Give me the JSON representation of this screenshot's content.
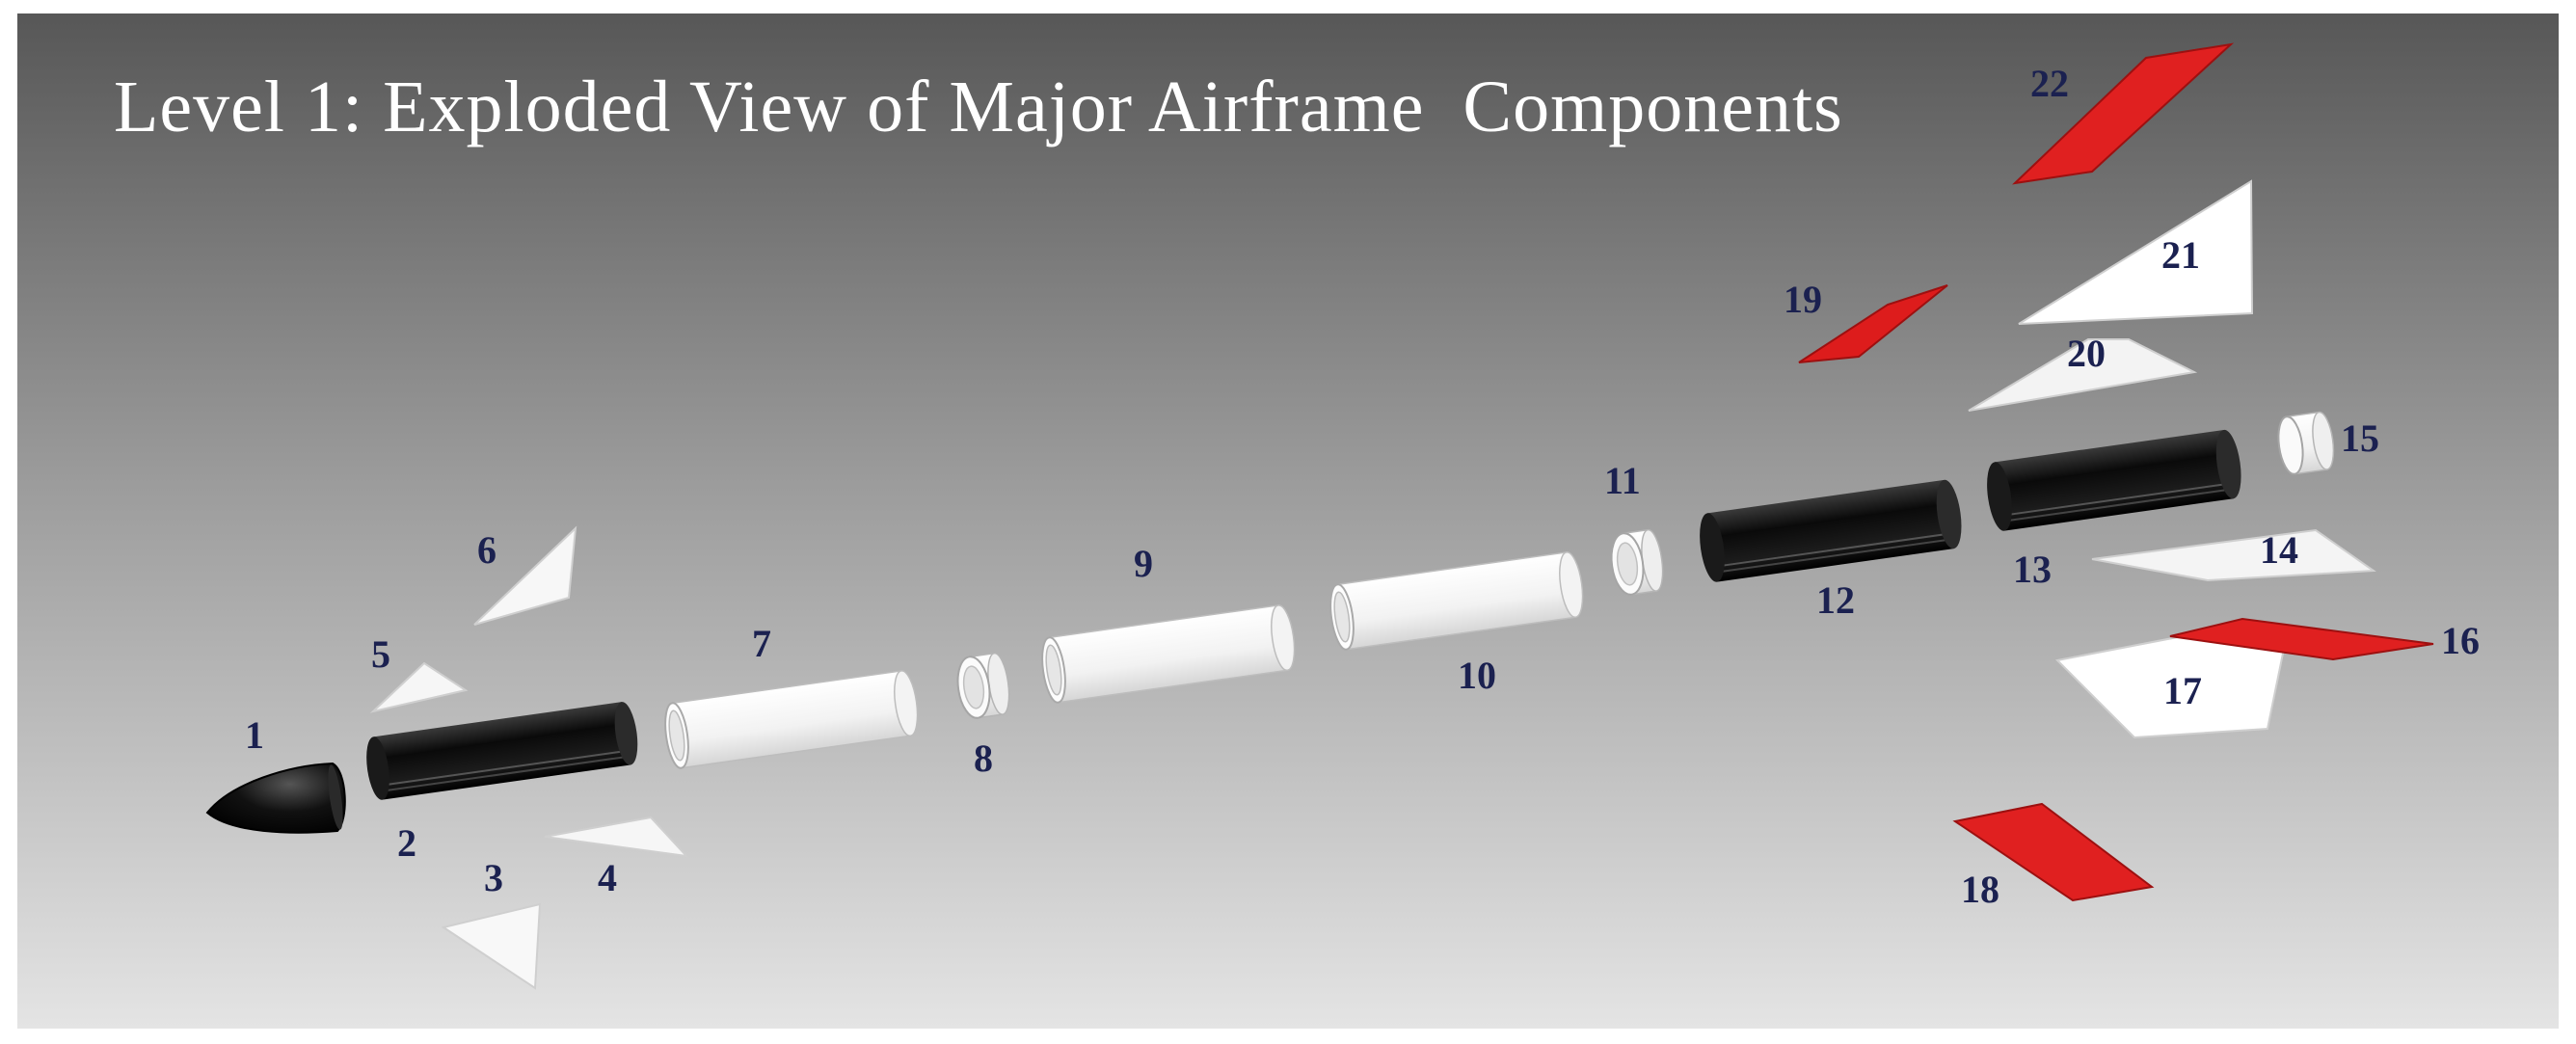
{
  "title": "Level 1: Exploded View of Major Airframe  Components",
  "colors": {
    "background_top": "#595959",
    "background_bottom": "#e2e2e2",
    "frame": "#ffffff",
    "label": "#1b2150",
    "red_part": "#e02020",
    "black_part": "#111111",
    "white_part": "#f7f7f7"
  },
  "components": [
    {
      "id": "1",
      "label": "1"
    },
    {
      "id": "2",
      "label": "2"
    },
    {
      "id": "3",
      "label": "3"
    },
    {
      "id": "4",
      "label": "4"
    },
    {
      "id": "5",
      "label": "5"
    },
    {
      "id": "6",
      "label": "6"
    },
    {
      "id": "7",
      "label": "7"
    },
    {
      "id": "8",
      "label": "8"
    },
    {
      "id": "9",
      "label": "9"
    },
    {
      "id": "10",
      "label": "10"
    },
    {
      "id": "11",
      "label": "11"
    },
    {
      "id": "12",
      "label": "12"
    },
    {
      "id": "13",
      "label": "13"
    },
    {
      "id": "14",
      "label": "14"
    },
    {
      "id": "15",
      "label": "15"
    },
    {
      "id": "16",
      "label": "16"
    },
    {
      "id": "17",
      "label": "17"
    },
    {
      "id": "18",
      "label": "18"
    },
    {
      "id": "19",
      "label": "19"
    },
    {
      "id": "20",
      "label": "20"
    },
    {
      "id": "21",
      "label": "21"
    },
    {
      "id": "22",
      "label": "22"
    }
  ]
}
